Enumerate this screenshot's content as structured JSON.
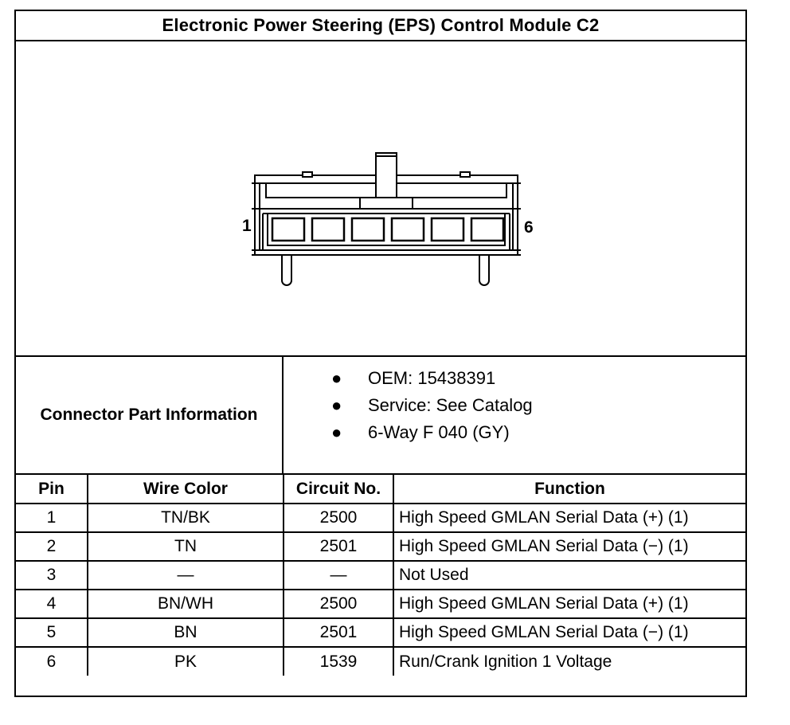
{
  "title": "Electronic Power Steering (EPS) Control Module C2",
  "diagram": {
    "pin_label_left": "1",
    "pin_label_right": "6",
    "cavity_count": 6
  },
  "connector_info": {
    "label": "Connector Part Information",
    "items": [
      "OEM: 15438391",
      "Service: See Catalog",
      "6-Way F 040 (GY)"
    ]
  },
  "table": {
    "headers": [
      "Pin",
      "Wire Color",
      "Circuit No.",
      "Function"
    ],
    "rows": [
      [
        "1",
        "TN/BK",
        "2500",
        "High Speed GMLAN Serial Data (+) (1)"
      ],
      [
        "2",
        "TN",
        "2501",
        "High Speed GMLAN Serial Data (−) (1)"
      ],
      [
        "3",
        "—",
        "—",
        "Not Used"
      ],
      [
        "4",
        "BN/WH",
        "2500",
        "High Speed GMLAN Serial Data (+) (1)"
      ],
      [
        "5",
        "BN",
        "2501",
        "High Speed GMLAN Serial Data (−) (1)"
      ],
      [
        "6",
        "PK",
        "1539",
        "Run/Crank Ignition 1 Voltage"
      ]
    ]
  }
}
